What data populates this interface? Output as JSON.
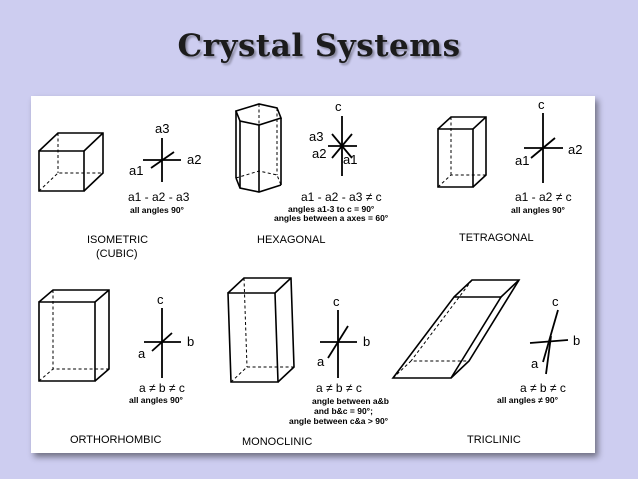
{
  "slide": {
    "title": "Crystal Systems"
  },
  "systems": [
    {
      "name": "ISOMETRIC",
      "name2": "(CUBIC)",
      "axes": [
        "a3",
        "a1",
        "a2"
      ],
      "relation": "a1 - a2 - a3",
      "notes": [
        "all angles 90°"
      ]
    },
    {
      "name": "HEXAGONAL",
      "axes": [
        "c",
        "a3",
        "a2",
        "a1"
      ],
      "relation": "a1 - a2 - a3 ≠ c",
      "notes": [
        "angles a1-3 to c = 90°",
        "angles between a axes = 60°"
      ]
    },
    {
      "name": "TETRAGONAL",
      "axes": [
        "c",
        "a1",
        "a2"
      ],
      "relation": "a1 - a2 ≠ c",
      "notes": [
        "all angles 90°"
      ]
    },
    {
      "name": "ORTHORHOMBIC",
      "axes": [
        "c",
        "b",
        "a"
      ],
      "relation": "a ≠ b ≠ c",
      "notes": [
        "all angles 90°"
      ]
    },
    {
      "name": "MONOCLINIC",
      "axes": [
        "c",
        "b",
        "a"
      ],
      "relation": "a ≠ b ≠ c",
      "notes": [
        "angle between a&b",
        "and b&c = 90°;",
        "angle between c&a > 90°"
      ]
    },
    {
      "name": "TRICLINIC",
      "axes": [
        "c",
        "b",
        "a"
      ],
      "relation": "a ≠ b ≠ c",
      "notes": [
        "all angles ≠ 90°"
      ]
    }
  ]
}
